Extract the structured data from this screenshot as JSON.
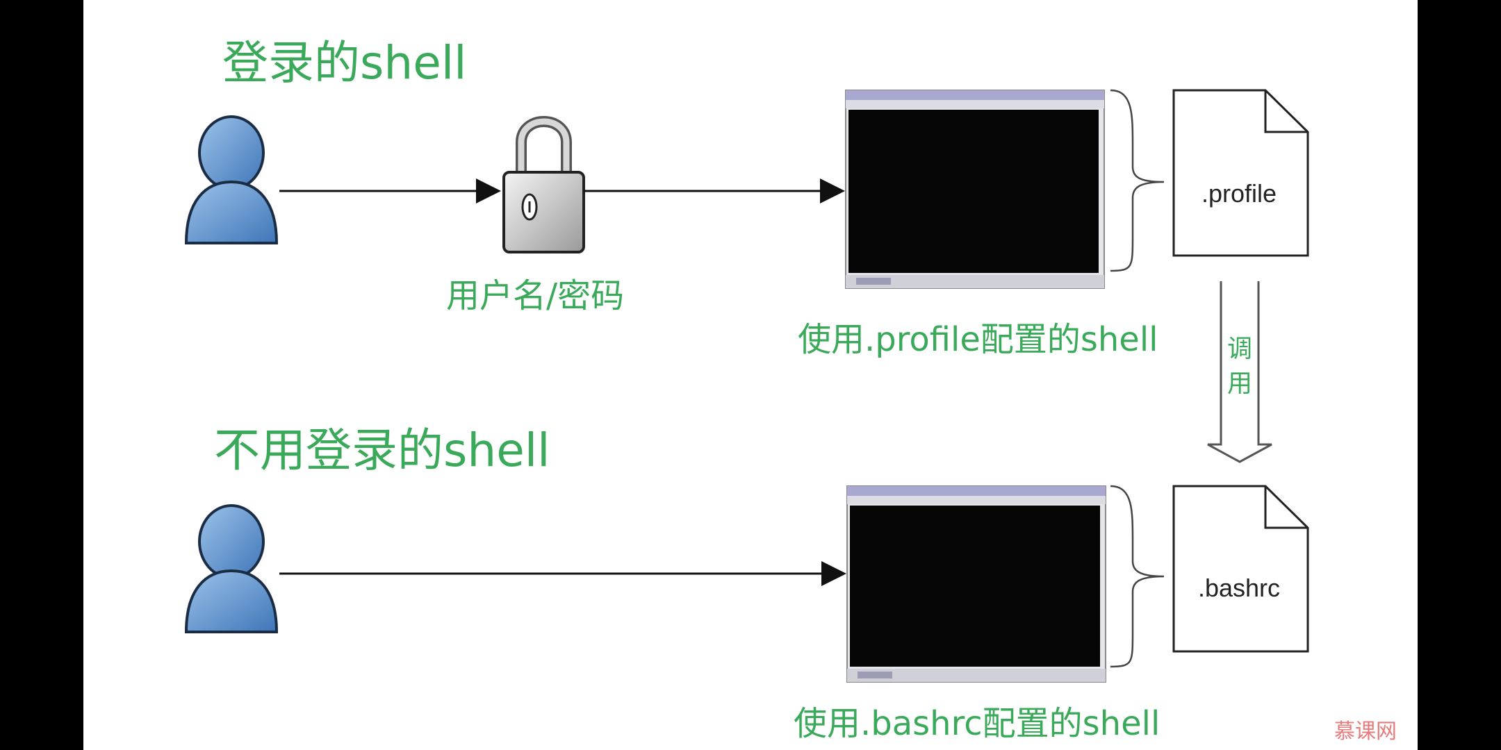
{
  "diagram": {
    "login_title": "登录的shell",
    "credential_label": "用户名/密码",
    "login_shell_caption": "使用.profile配置的shell",
    "profile_file": ".profile",
    "call_label": [
      "调",
      "用"
    ],
    "nonlogin_title": "不用登录的shell",
    "bashrc_file": ".bashrc",
    "nonlogin_shell_caption": "使用.bashrc配置的shell",
    "watermark": "慕课网"
  },
  "colors": {
    "label_green": "#3aaa5a",
    "user_blue": "#5d8fc8",
    "terminal_black": "#050505"
  }
}
